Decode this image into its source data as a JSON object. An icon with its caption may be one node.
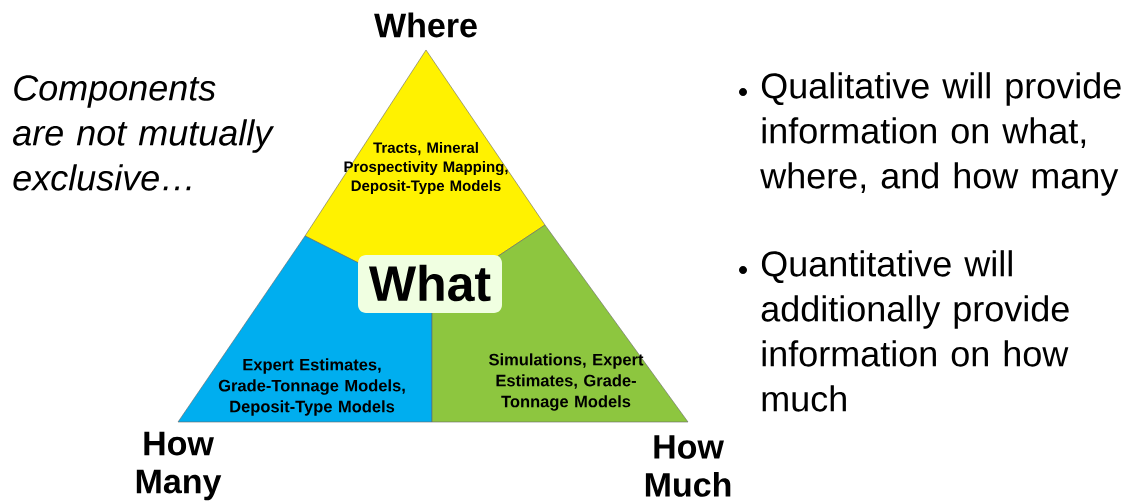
{
  "diagram": {
    "nodes": [
      {
        "text": [
          "Where",
          "Tracts, Mineral Prospectivity Mapping, Deposit-Type Models"
        ]
      },
      {
        "text": [
          "Expert Estimates, Grade-Tonnage Models, Deposit-Type Models",
          "How Many"
        ]
      },
      {
        "text": [
          "Simulations, Expert Estimates, Grade-Tonnage Models",
          "How Much"
        ]
      }
    ],
    "labels": [
      "Components are not mutually exclusive…",
      "What",
      "Qualitative will provide information on what, where, and how many",
      "Quantitative will additionally provide information on how much"
    ]
  }
}
